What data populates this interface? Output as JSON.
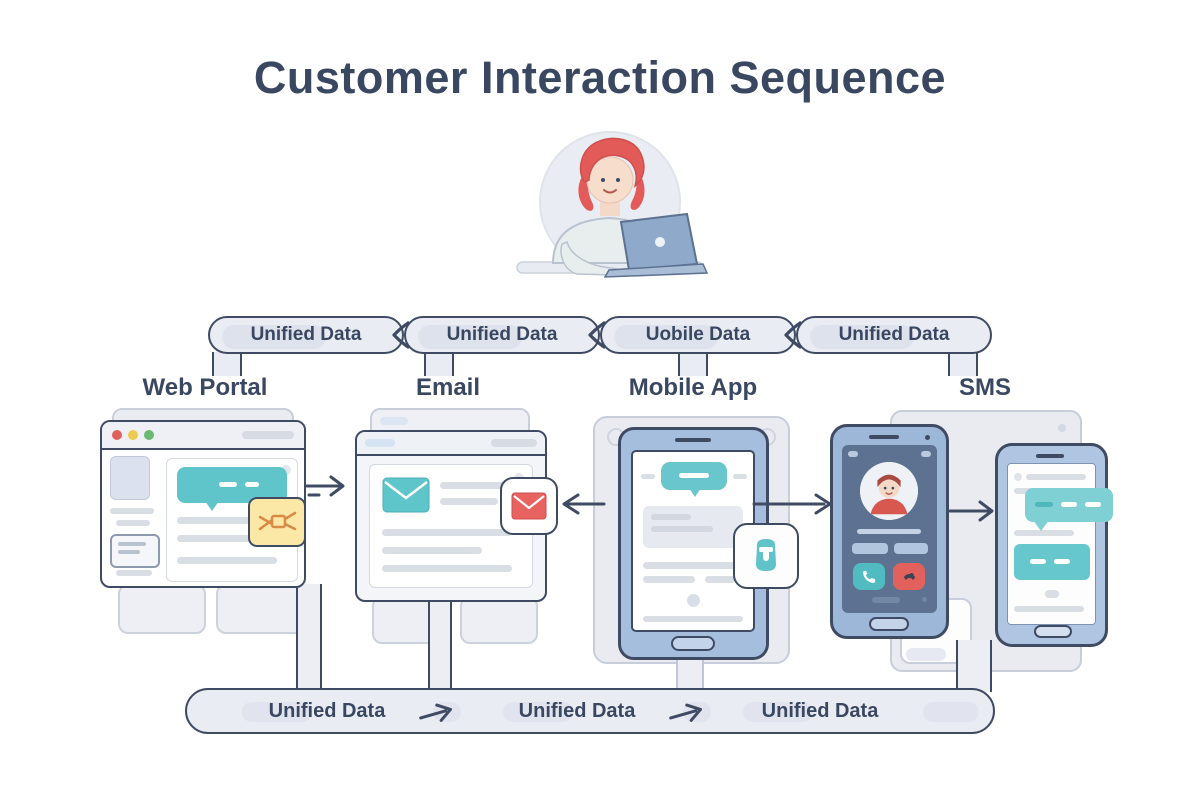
{
  "title": "Customer Interaction Sequence",
  "top_bar": {
    "items": [
      "Unified Data",
      "Unified Data",
      "Uobile Data",
      "Unified Data"
    ]
  },
  "channels": {
    "items": [
      "Web Portal",
      "Email",
      "Mobile App",
      "SMS"
    ]
  },
  "bottom_bar": {
    "items": [
      "Unified Data",
      "Unified Data",
      "Unified Data"
    ]
  },
  "icons": [
    "woman-at-laptop",
    "chevron-left",
    "traffic-lights",
    "chat-bubble",
    "alert-scribble",
    "envelope",
    "envelope-alert",
    "notification-bell",
    "caller-avatar",
    "phone-answer",
    "phone-decline",
    "flow-arrow-right",
    "flow-arrow-left",
    "home-button"
  ],
  "colors": {
    "ink_navy": "#3f4b63",
    "title_navy": "#3a4760",
    "bar_fill": "#e9ecf3",
    "bar_inner": "#dde2ec",
    "teal": "#5ec5cb",
    "teal_light": "#7ed0d4",
    "coral_red": "#e8625f",
    "badge_yellow": "#fbe7a6",
    "doodle_orange": "#d98a44",
    "panel_gray": "#e9ebf1",
    "device_blue": "#a6bedd",
    "call_screen_slate": "#5d7291",
    "traffic_red": "#e0605c",
    "traffic_yellow": "#ecc94f",
    "traffic_green": "#69b973"
  }
}
